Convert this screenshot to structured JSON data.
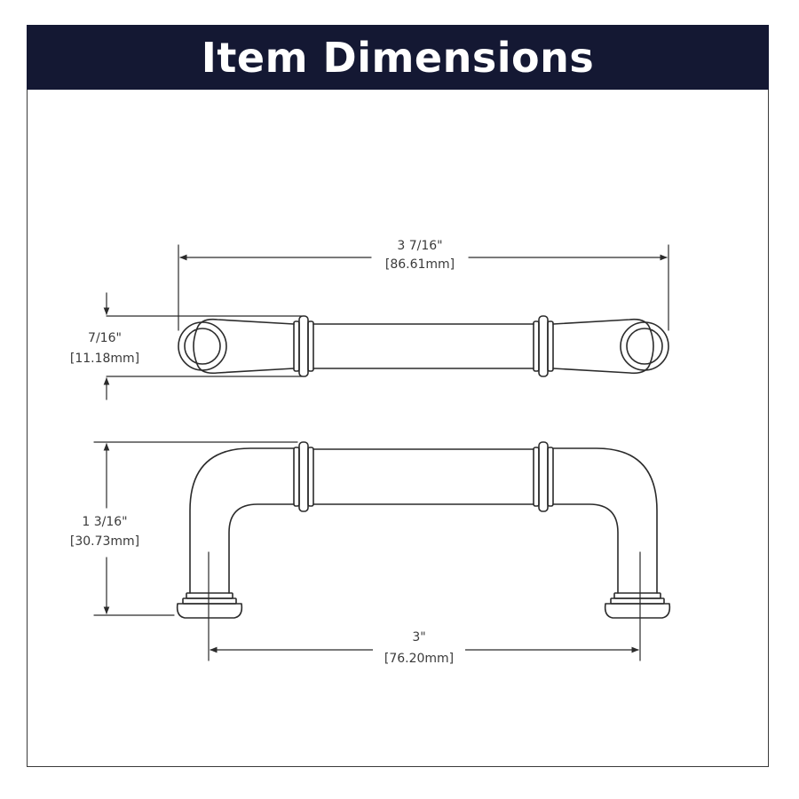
{
  "header": {
    "title": "Item Dimensions"
  },
  "colors": {
    "banner": "#141833",
    "line": "#2b2b2b",
    "text": "#3a3a3a"
  },
  "dimensions": {
    "overall_length": {
      "imperial": "3 7/16\"",
      "metric": "[86.61mm]"
    },
    "width": {
      "imperial": "7/16\"",
      "metric": "[11.18mm]"
    },
    "height": {
      "imperial": "1 3/16\"",
      "metric": "[30.73mm]"
    },
    "center_to_center": {
      "imperial": "3\"",
      "metric": "[76.20mm]"
    }
  }
}
